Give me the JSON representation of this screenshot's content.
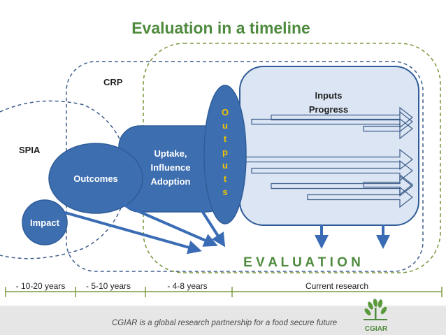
{
  "slide": {
    "title": "Evaluation in a timeline",
    "footer_tagline": "CGIAR is a global research partnership for a food secure future",
    "logo_text": "CGIAR"
  },
  "regions": {
    "crp_label": "CRP",
    "spia_label": "SPIA"
  },
  "boxes": {
    "inputs_line1": "Inputs",
    "inputs_line2": "Progress",
    "outputs_letters": [
      "O",
      "u",
      "t",
      "p",
      "u",
      "t",
      "s"
    ],
    "uptake_line1": "Uptake,",
    "uptake_line2": "Influence",
    "uptake_line3": "Adoption",
    "outcomes": "Outcomes",
    "impact": "Impact"
  },
  "evaluation_label": "E V A L U A T I O N",
  "timeline": {
    "segments": [
      "- 10-20 years",
      "- 5-10 years",
      "- 4-8 years",
      "Current research"
    ]
  },
  "colors": {
    "title_green": "#4e8a3e",
    "box_blue": "#3d6fb0",
    "box_blue_dark": "#2f5c98",
    "inputs_fill": "#dbe5f3",
    "outputs_text": "#f2c200",
    "dashed_blue": "#3f5f8c",
    "dashed_green": "#7f9a45",
    "arrow_blue": "#3a6cb5",
    "footer_gray": "#e6e6e6"
  }
}
